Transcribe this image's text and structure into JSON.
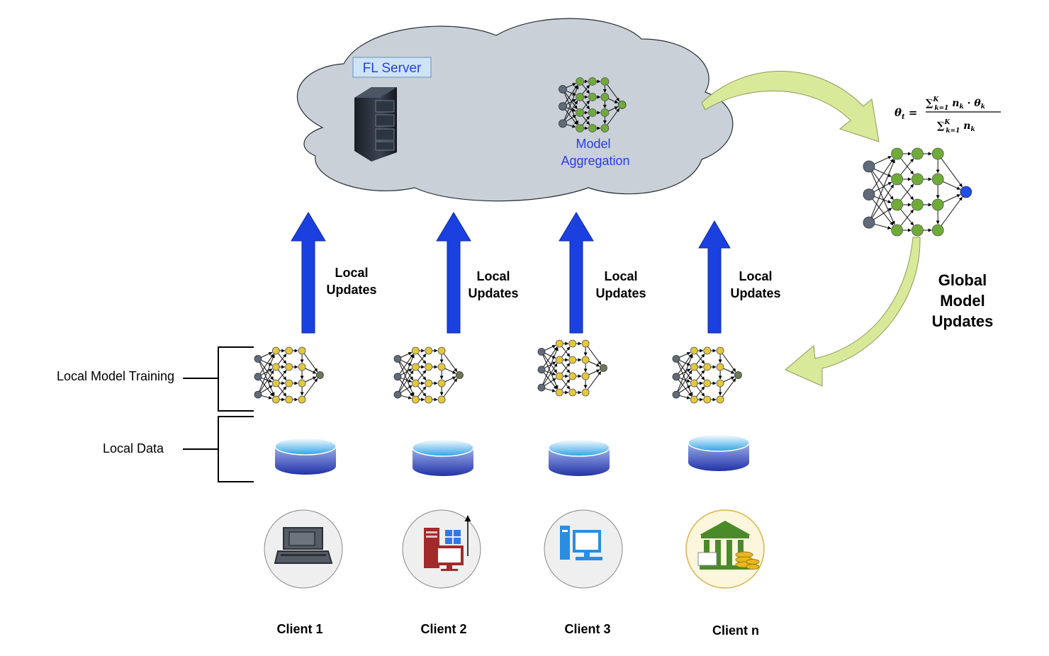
{
  "server": {
    "label": "FL Server",
    "aggregation_line1": "Model",
    "aggregation_line2": "Aggregation"
  },
  "formula": {
    "lhs": "θt =",
    "numerator": "∑k=1K nk · θk",
    "denominator": "∑k=1K nk"
  },
  "global_updates": {
    "line1": "Global",
    "line2": "Model",
    "line3": "Updates"
  },
  "local_updates": {
    "line1": "Local",
    "line2": "Updates"
  },
  "left_labels": {
    "training": "Local Model Training",
    "data": "Local Data"
  },
  "clients": [
    {
      "label": "Client 1",
      "icon": "laptop-icon"
    },
    {
      "label": "Client 2",
      "icon": "windows-server-icon"
    },
    {
      "label": "Client 3",
      "icon": "desktop-computer-icon"
    },
    {
      "label": "Client n",
      "icon": "bank-icon"
    }
  ],
  "colors": {
    "cloud": "#c9d0d8",
    "arrow": "#1a41e0",
    "server_label_bg": "#cde4f7",
    "aggregation_text": "#2a3fe0",
    "green_node": "#6fac37",
    "yellow_node": "#e3c83c",
    "gray_node": "#5f6b7a",
    "blue_node": "#1f4fe8",
    "curve_arrow": "#d8ea9a"
  }
}
